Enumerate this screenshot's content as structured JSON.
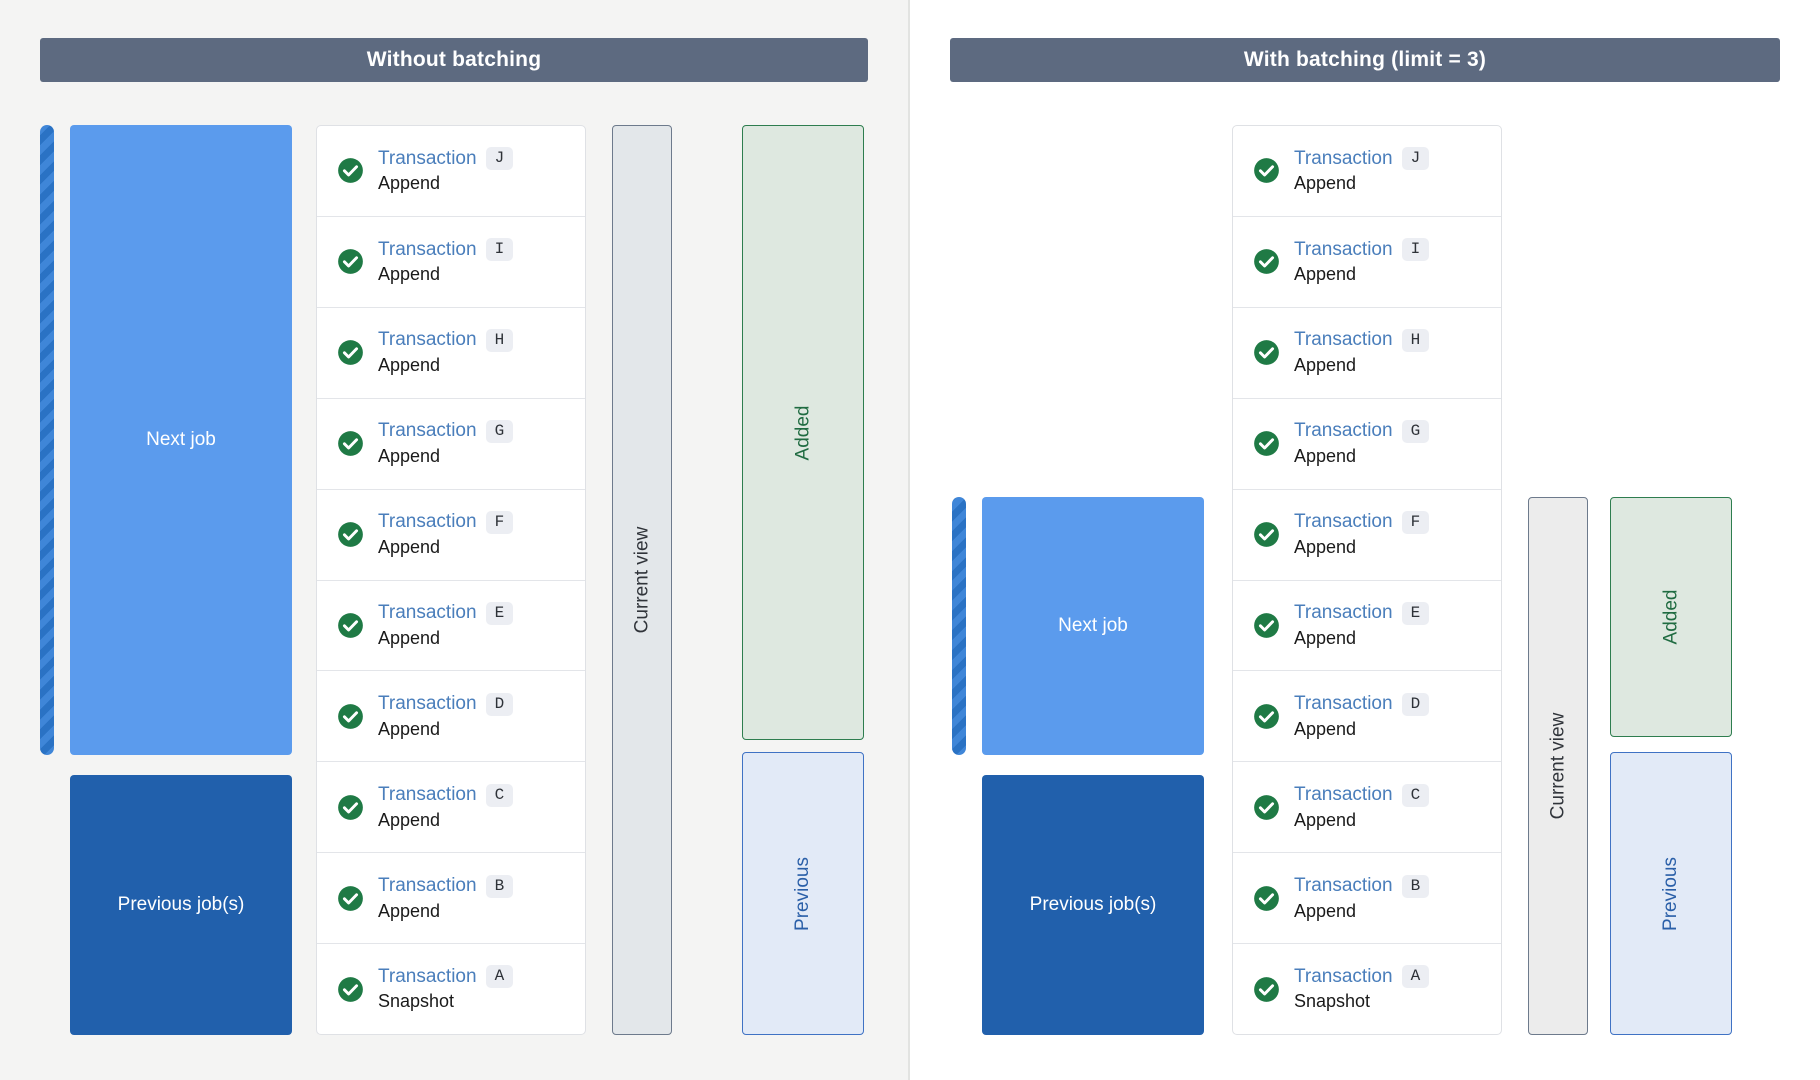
{
  "panels": [
    {
      "id": "without-batching",
      "title": "Without batching",
      "jobs": {
        "next_label": "Next job",
        "previous_label": "Previous job(s)"
      },
      "columns": {
        "current_view": "Current view",
        "added": "Added",
        "previous": "Previous"
      },
      "transactions": [
        {
          "name": "Transaction",
          "id": "J",
          "op": "Append"
        },
        {
          "name": "Transaction",
          "id": "I",
          "op": "Append"
        },
        {
          "name": "Transaction",
          "id": "H",
          "op": "Append"
        },
        {
          "name": "Transaction",
          "id": "G",
          "op": "Append"
        },
        {
          "name": "Transaction",
          "id": "F",
          "op": "Append"
        },
        {
          "name": "Transaction",
          "id": "E",
          "op": "Append"
        },
        {
          "name": "Transaction",
          "id": "D",
          "op": "Append"
        },
        {
          "name": "Transaction",
          "id": "C",
          "op": "Append"
        },
        {
          "name": "Transaction",
          "id": "B",
          "op": "Append"
        },
        {
          "name": "Transaction",
          "id": "A",
          "op": "Snapshot"
        }
      ]
    },
    {
      "id": "with-batching",
      "title": "With batching (limit = 3)",
      "jobs": {
        "next_label": "Next job",
        "previous_label": "Previous job(s)"
      },
      "columns": {
        "current_view": "Current view",
        "added": "Added",
        "previous": "Previous"
      },
      "transactions": [
        {
          "name": "Transaction",
          "id": "J",
          "op": "Append"
        },
        {
          "name": "Transaction",
          "id": "I",
          "op": "Append"
        },
        {
          "name": "Transaction",
          "id": "H",
          "op": "Append"
        },
        {
          "name": "Transaction",
          "id": "G",
          "op": "Append"
        },
        {
          "name": "Transaction",
          "id": "F",
          "op": "Append"
        },
        {
          "name": "Transaction",
          "id": "E",
          "op": "Append"
        },
        {
          "name": "Transaction",
          "id": "D",
          "op": "Append"
        },
        {
          "name": "Transaction",
          "id": "C",
          "op": "Append"
        },
        {
          "name": "Transaction",
          "id": "B",
          "op": "Append"
        },
        {
          "name": "Transaction",
          "id": "A",
          "op": "Snapshot"
        }
      ]
    }
  ],
  "icons": {
    "status": "check-circle-icon"
  },
  "colors": {
    "header_bar": "#5d6a80",
    "next_job": "#5b9bed",
    "previous_job": "#2160ac",
    "added_fill": "#dee8e0",
    "added_border": "#2e7d4f",
    "previous_fill": "#e2eaf7",
    "previous_border": "#3f72c4",
    "current_view_left": "#e3e7ea",
    "current_view_right": "#ececec",
    "link": "#4a7ebb",
    "check": "#1f7a45",
    "panel_left_bg": "#f4f4f3",
    "panel_right_bg": "#ffffff"
  }
}
